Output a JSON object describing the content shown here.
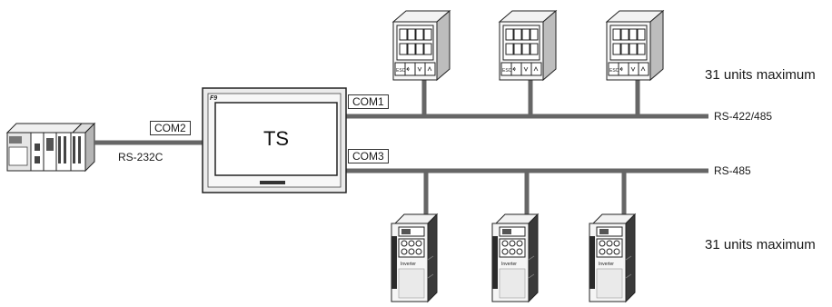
{
  "ts_label": "TS",
  "ports": {
    "com1": "COM1",
    "com2": "COM2",
    "com3": "COM3"
  },
  "buses": {
    "rs232c": "RS-232C",
    "rs422_485": "RS-422/485",
    "rs485": "RS-485"
  },
  "units_top": "31 units maximum",
  "units_bottom": "31 units maximum",
  "brand_mark": "F9",
  "device_text": {
    "controller_key": "ESC",
    "inverter_name": "Inverter"
  },
  "colors": {
    "bus_line": "#666666",
    "device_outline": "#222222",
    "panel_gray": "#e8e8e8",
    "screen_fill": "#ffffff"
  }
}
